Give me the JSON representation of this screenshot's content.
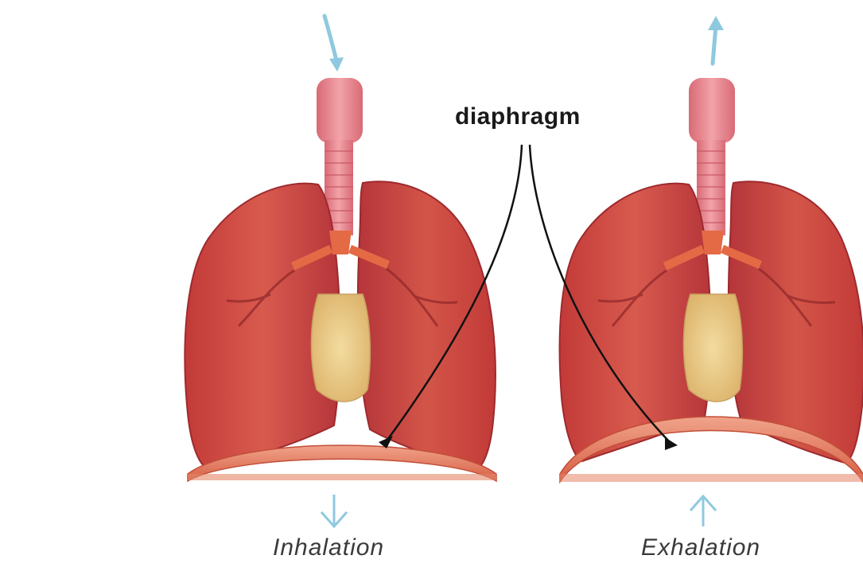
{
  "labels": {
    "diaphragm": "diaphragm",
    "inhalation": "Inhalation",
    "exhalation": "Exhalation"
  },
  "colors": {
    "lung": "#c8433f",
    "lung_dark": "#a92f2e",
    "lung_light": "#e07a6c",
    "trachea": "#e98a90",
    "heart": "#e9c98a",
    "diaphragm": "#e27a5e",
    "arrow": "#8ec9df",
    "pointer": "#111111"
  },
  "icons": [
    "arrow-down-icon",
    "arrow-up-icon",
    "air-in-arrow-icon",
    "air-out-arrow-icon"
  ]
}
